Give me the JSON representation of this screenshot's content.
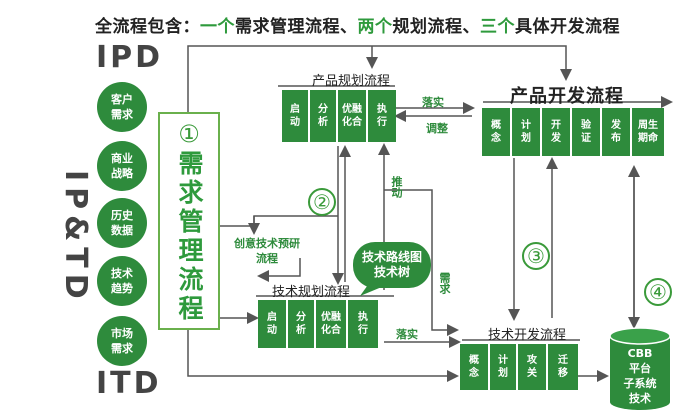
{
  "header": {
    "part1": "全流程包含：",
    "part2": "一个",
    "part3": "需求管理流程、",
    "part4": "两个",
    "part5": "规划流程、",
    "part6": "三个",
    "part7": "具体开发流程"
  },
  "left": {
    "ipd": "IPD",
    "iptd": "IP&TD",
    "itd": "ITD",
    "circles": [
      {
        "label": "客户需求"
      },
      {
        "label": "商业战略"
      },
      {
        "label": "历史数据"
      },
      {
        "label": "技术趋势"
      },
      {
        "label": "市场需求"
      }
    ]
  },
  "requirements": {
    "num": "①",
    "label": "需求管理流程"
  },
  "product_planning": {
    "label": "产品规划流程",
    "stages": [
      "启动",
      "分析",
      "优融化合",
      "执行"
    ]
  },
  "product_dev": {
    "label": "产品开发流程",
    "stages": [
      "概念",
      "计划",
      "开发",
      "验证",
      "发布",
      "周生期命"
    ]
  },
  "tech_planning": {
    "label": "技术规划流程",
    "stages": [
      "启动",
      "分析",
      "优融化合",
      "执行"
    ]
  },
  "tech_dev": {
    "label": "技术开发流程",
    "stages": [
      "概念",
      "计划",
      "攻关",
      "迁移"
    ]
  },
  "annotations": {
    "luoshi1": "落实",
    "tiaozheng": "调整",
    "tuidong": "推动",
    "xuqiu": "需求",
    "luoshi2": "落实",
    "chuangyi": "创意技术预研流程",
    "roadmap": "技术路线图技术树",
    "n2": "②",
    "n3": "③",
    "n4": "④"
  },
  "cbb": {
    "l1": "CBB",
    "l2": "平台",
    "l3": "子系统",
    "l4": "技术"
  },
  "colors": {
    "green": "#2e8b3c",
    "light_green": "#6ab04c",
    "line": "#555555"
  }
}
